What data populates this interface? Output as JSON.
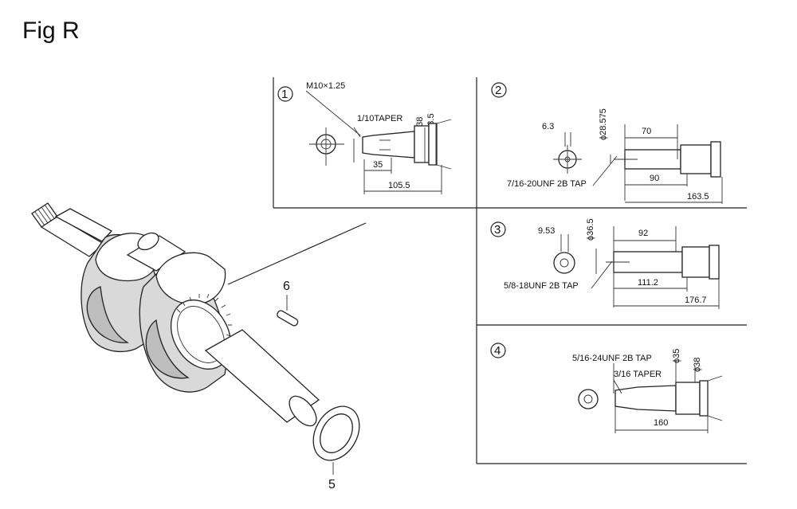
{
  "figure": {
    "title": "Fig R"
  },
  "parts": {
    "key": "6",
    "washer": "5"
  },
  "panels": [
    {
      "id": "1",
      "thread": "M10×1.25",
      "taper": "1/10TAPER",
      "dia1": "ϕ38",
      "dia2": "ϕ43.5",
      "dim_short": "35",
      "dim_long": "105.5"
    },
    {
      "id": "2",
      "dim_a": "6.3",
      "dia": "ϕ28.575",
      "dim_b": "70",
      "tap": "7/16-20UNF 2B TAP",
      "dim_c": "90",
      "dim_d": "163.5"
    },
    {
      "id": "3",
      "dim_a": "9.53",
      "dia": "ϕ36.5",
      "dim_b": "92",
      "tap": "5/8-18UNF 2B TAP",
      "dim_c": "111.2",
      "dim_d": "176.7"
    },
    {
      "id": "4",
      "tap": "5/16-24UNF 2B TAP",
      "dia1": "ϕ35",
      "dia2": "ϕ38",
      "taper": "3/16 TAPER",
      "dim": "160"
    }
  ]
}
